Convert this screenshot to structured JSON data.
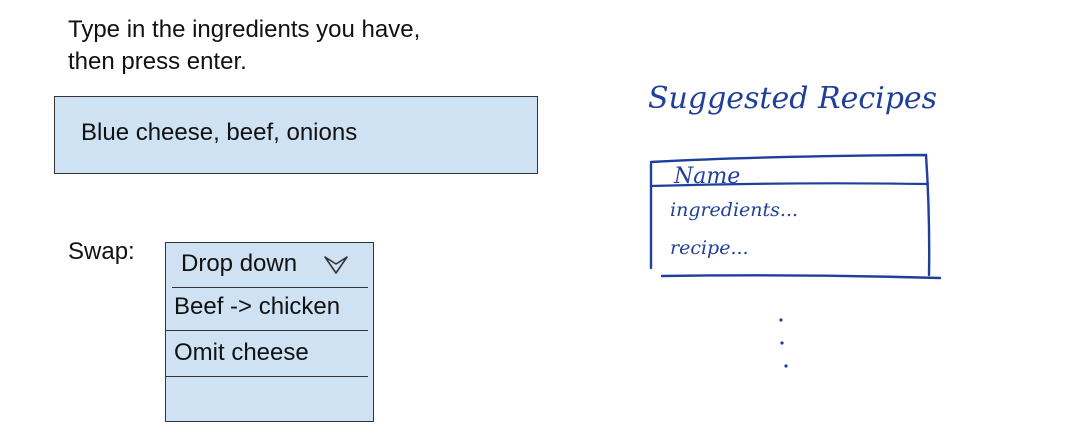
{
  "instructions": {
    "line1": "Type in the ingredients you have,",
    "line2": "then press enter."
  },
  "ingredients_input": {
    "value": "Blue cheese, beef, onions"
  },
  "swap": {
    "label": "Swap:",
    "dropdown_label": "Drop down",
    "options": [
      "Beef -> chicken",
      "Omit cheese"
    ]
  },
  "suggested": {
    "title": "Suggested Recipes",
    "card_name": "Name",
    "card_ingredients": "ingredients...",
    "card_recipe": "recipe..."
  },
  "colors": {
    "box_fill": "#cfe2f3",
    "ink": "#1f3f9a"
  }
}
